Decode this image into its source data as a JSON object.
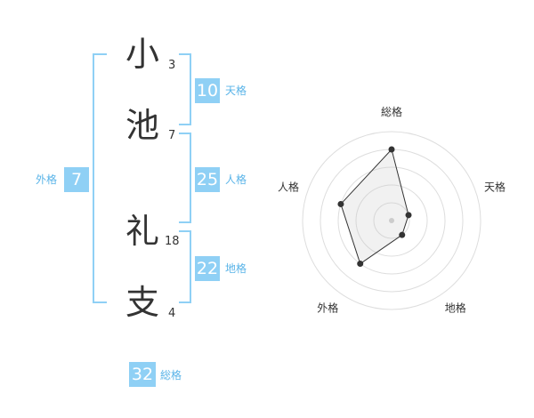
{
  "name": {
    "chars": [
      "小",
      "池",
      "礼",
      "支"
    ],
    "strokes": [
      "3",
      "7",
      "18",
      "4"
    ]
  },
  "fortune": {
    "tenkaku": {
      "value": "10",
      "label": "天格"
    },
    "jinkaku": {
      "value": "25",
      "label": "人格"
    },
    "chikaku": {
      "value": "22",
      "label": "地格"
    },
    "gaikaku": {
      "value": "7",
      "label": "外格"
    },
    "soukaku": {
      "value": "32",
      "label": "総格"
    }
  },
  "chart_data": {
    "type": "radar",
    "axes": [
      "総格",
      "天格",
      "地格",
      "外格",
      "人格"
    ],
    "values": [
      4,
      1,
      1,
      3,
      3
    ],
    "max": 5,
    "rings": 5
  }
}
